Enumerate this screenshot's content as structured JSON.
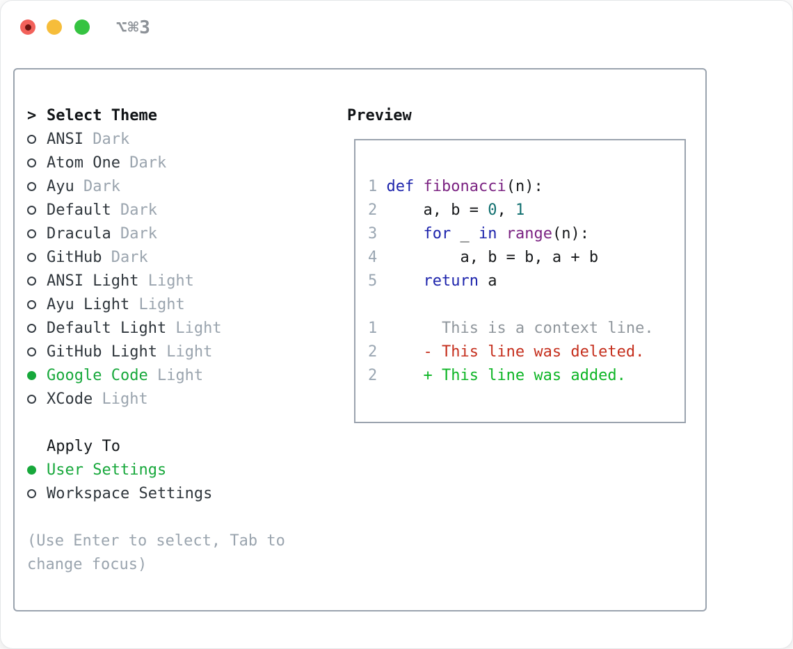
{
  "window": {
    "shortcut": "⌥⌘3"
  },
  "theme_picker": {
    "prompt": ">",
    "title": "Select Theme",
    "themes": [
      {
        "name": "ANSI",
        "variant": "Dark",
        "selected": false
      },
      {
        "name": "Atom One",
        "variant": "Dark",
        "selected": false
      },
      {
        "name": "Ayu",
        "variant": "Dark",
        "selected": false
      },
      {
        "name": "Default",
        "variant": "Dark",
        "selected": false
      },
      {
        "name": "Dracula",
        "variant": "Dark",
        "selected": false
      },
      {
        "name": "GitHub",
        "variant": "Dark",
        "selected": false
      },
      {
        "name": "ANSI Light",
        "variant": "Light",
        "selected": false
      },
      {
        "name": "Ayu Light",
        "variant": "Light",
        "selected": false
      },
      {
        "name": "Default Light",
        "variant": "Light",
        "selected": false
      },
      {
        "name": "GitHub Light",
        "variant": "Light",
        "selected": false
      },
      {
        "name": "Google Code",
        "variant": "Light",
        "selected": true
      },
      {
        "name": "XCode",
        "variant": "Light",
        "selected": false
      }
    ],
    "apply_to": {
      "label": "Apply To",
      "options": [
        {
          "label": "User Settings",
          "selected": true
        },
        {
          "label": "Workspace Settings",
          "selected": false
        }
      ]
    },
    "hint": [
      "(Use Enter to select, Tab to",
      "change focus)"
    ]
  },
  "preview": {
    "label": "Preview",
    "code_lines": [
      {
        "segments": [
          [
            "num",
            "1 "
          ],
          [
            "kwd",
            "def"
          ],
          [
            "pln",
            " "
          ],
          [
            "fn",
            "fibonacci"
          ],
          [
            "pln",
            "(n):"
          ]
        ]
      },
      {
        "segments": [
          [
            "num",
            "2 "
          ],
          [
            "pln",
            "    a, b = "
          ],
          [
            "lit",
            "0"
          ],
          [
            "pln",
            ", "
          ],
          [
            "lit",
            "1"
          ]
        ]
      },
      {
        "segments": [
          [
            "num",
            "3 "
          ],
          [
            "pln",
            "    "
          ],
          [
            "kwd",
            "for"
          ],
          [
            "pln",
            " _ "
          ],
          [
            "kwd",
            "in"
          ],
          [
            "pln",
            " "
          ],
          [
            "fn",
            "range"
          ],
          [
            "pln",
            "(n):"
          ]
        ]
      },
      {
        "segments": [
          [
            "num",
            "4 "
          ],
          [
            "pln",
            "        a, b = b, a + b"
          ]
        ]
      },
      {
        "segments": [
          [
            "num",
            "5 "
          ],
          [
            "pln",
            "    "
          ],
          [
            "kwd",
            "return"
          ],
          [
            "pln",
            " a"
          ]
        ]
      },
      {
        "segments": []
      },
      {
        "segments": [
          [
            "num",
            "1 "
          ],
          [
            "ctx",
            "      This is a context line."
          ]
        ]
      },
      {
        "segments": [
          [
            "num",
            "2 "
          ],
          [
            "del",
            "    - This line was deleted."
          ]
        ]
      },
      {
        "segments": [
          [
            "num",
            "2 "
          ],
          [
            "add",
            "    + This line was added."
          ]
        ]
      }
    ]
  },
  "colors": {
    "accent_green": "#17a83b",
    "muted_gray": "#9aa4ae",
    "border_gray": "#9aa3ae",
    "keyword_blue": "#1d24ac",
    "function_purple": "#7b2382",
    "literal_teal": "#0e6e6e",
    "plain_code": "#17191b",
    "line_number_gray": "#9aa6b2",
    "context_gray": "#8f969c",
    "deleted_red": "#c52f1d",
    "added_green": "#0db525",
    "traffic_red": "#f2615a",
    "traffic_red_dot": "#6b130f",
    "traffic_yellow": "#f6bd3a",
    "traffic_green": "#35c341",
    "shortcut_gray": "#8d9298"
  }
}
